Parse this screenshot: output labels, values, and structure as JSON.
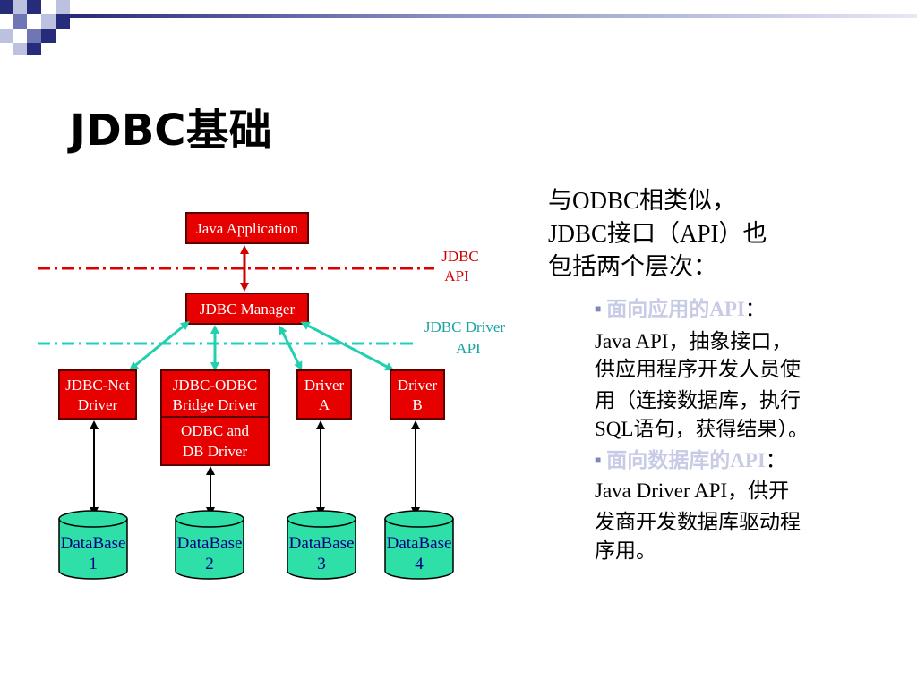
{
  "slide": {
    "title": "JDBC基础"
  },
  "diagram": {
    "boxes": {
      "java_application": "Java Application",
      "jdbc_manager": "JDBC Manager",
      "jdbc_net_driver": [
        "JDBC-Net",
        "Driver"
      ],
      "jdbc_odbc_bridge": [
        "JDBC-ODBC",
        "Bridge Driver"
      ],
      "odbc_db_driver": [
        "ODBC and",
        "DB  Driver"
      ],
      "driver_a": [
        "Driver",
        "A"
      ],
      "driver_b": [
        "Driver",
        "B"
      ]
    },
    "api_labels": {
      "jdbc_api": [
        "JDBC",
        "API"
      ],
      "jdbc_driver_api": [
        "JDBC Driver",
        "API"
      ]
    },
    "databases": [
      {
        "name": "DataBase",
        "num": "1"
      },
      {
        "name": "DataBase",
        "num": "2"
      },
      {
        "name": "DataBase",
        "num": "3"
      },
      {
        "name": "DataBase",
        "num": "4"
      }
    ],
    "colors": {
      "box_fill": "#e60000",
      "box_border": "#5a0000",
      "db_fill": "#2ee0a8",
      "red_line": "#dd0000",
      "teal_line": "#22d0c0",
      "arrow_red": "#cc0000",
      "arrow_teal": "#22d0b0",
      "arrow_black": "#000000"
    }
  },
  "text": {
    "intro": [
      "与ODBC相类似，",
      "JDBC接口（API）也",
      "包括两个层次："
    ],
    "bullet1": {
      "head": "面向应用的API",
      "colon": "：",
      "body": [
        "Java API，抽象接口，",
        "供应用程序开发人员使",
        "用（连接数据库，执行",
        "SQL语句，获得结果）。"
      ]
    },
    "bullet2": {
      "head": "面向数据库的API",
      "colon": "：",
      "body": [
        "Java Driver API，供开",
        "发商开发数据库驱动程",
        "序用。"
      ]
    }
  },
  "theme": {
    "accent_dark": "#262b7a",
    "accent_mid": "#6e76b4",
    "accent_light": "#bcc1e0"
  }
}
